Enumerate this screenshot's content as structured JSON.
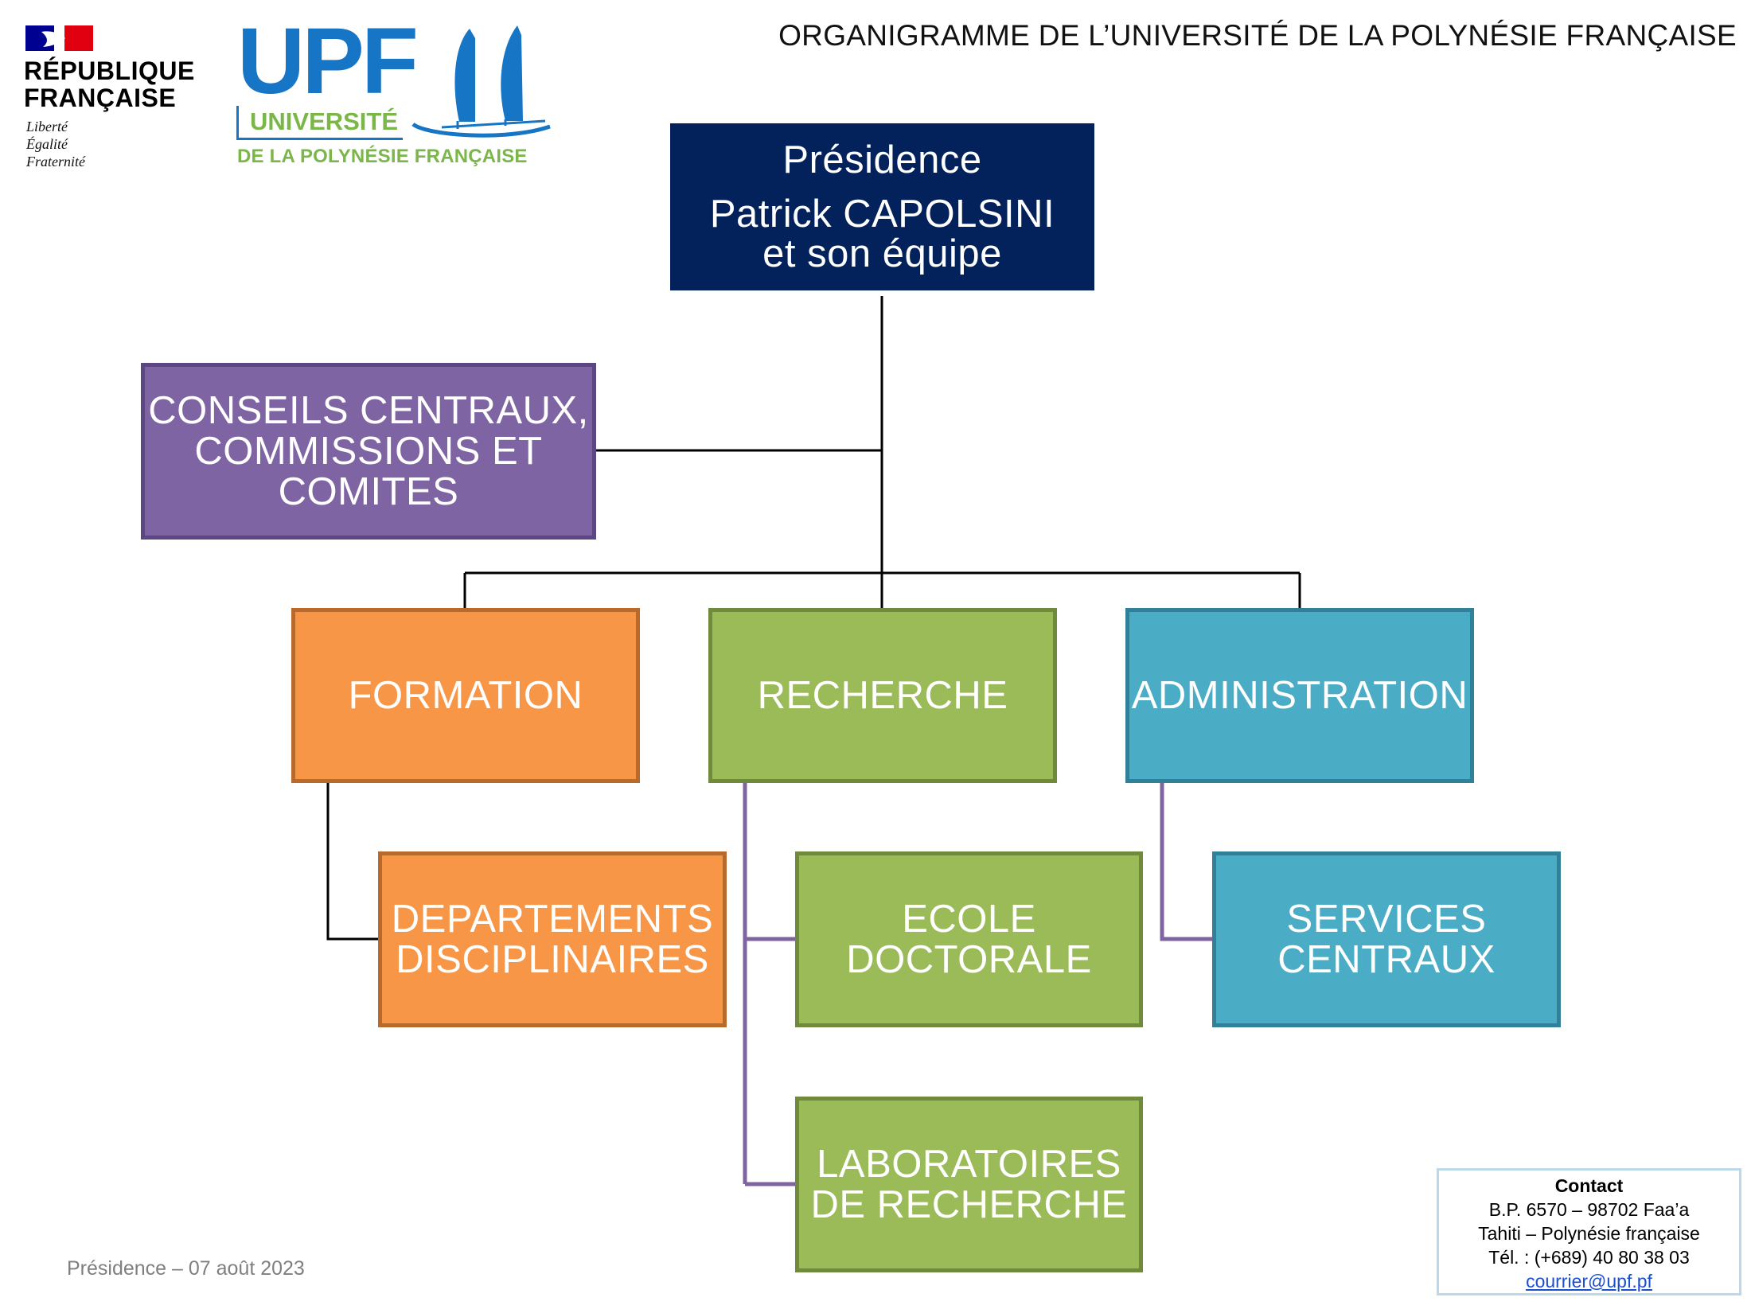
{
  "header": {
    "title": "ORGANIGRAMME DE L’UNIVERSITÉ DE LA POLYNÉSIE FRANÇAISE",
    "republique_logo": {
      "name_line1": "RÉPUBLIQUE",
      "name_line2": "FRANÇAISE",
      "motto": [
        "Liberté",
        "Égalité",
        "Fraternité"
      ],
      "colors": {
        "blue": "#000091",
        "red": "#e1000f"
      }
    },
    "upf_logo": {
      "letters": "UPF",
      "universite": "UNIVERSITÉ",
      "subtitle": "DE LA POLYNÉSIE FRANÇAISE",
      "colors": {
        "blue": "#1775c5",
        "green": "#7ab648"
      }
    }
  },
  "org": {
    "presidence": {
      "title": "Présidence",
      "line1": "Patrick CAPOLSINI",
      "line2": "et son équipe",
      "color": "#03215a"
    },
    "conseils": {
      "label": "CONSEILS CENTRAUX,\nCOMMISSIONS ET\nCOMITES",
      "color": "#7f64a3"
    },
    "formation": {
      "label": "FORMATION",
      "color": "#f79646"
    },
    "recherche": {
      "label": "RECHERCHE",
      "color": "#9bbb59"
    },
    "administration": {
      "label": "ADMINISTRATION",
      "color": "#4bacc6"
    },
    "departements": {
      "label": "DEPARTEMENTS\nDISCIPLINAIRES"
    },
    "ecole_doctorale": {
      "label": "ECOLE\nDOCTORALE"
    },
    "laboratoires": {
      "label": "LABORATOIRES\nDE RECHERCHE"
    },
    "services_centraux": {
      "label": "SERVICES\nCENTRAUX"
    },
    "connector_colors": {
      "main": "#000000",
      "sub": "#8064a2"
    }
  },
  "footer": {
    "note": "Présidence – 07 août 2023",
    "contact": {
      "title": "Contact",
      "line1": "B.P. 6570 – 98702 Faa’a",
      "line2": "Tahiti – Polynésie française",
      "line3": "Tél. : (+689) 40 80 38 03",
      "email": "courrier@upf.pf"
    }
  }
}
